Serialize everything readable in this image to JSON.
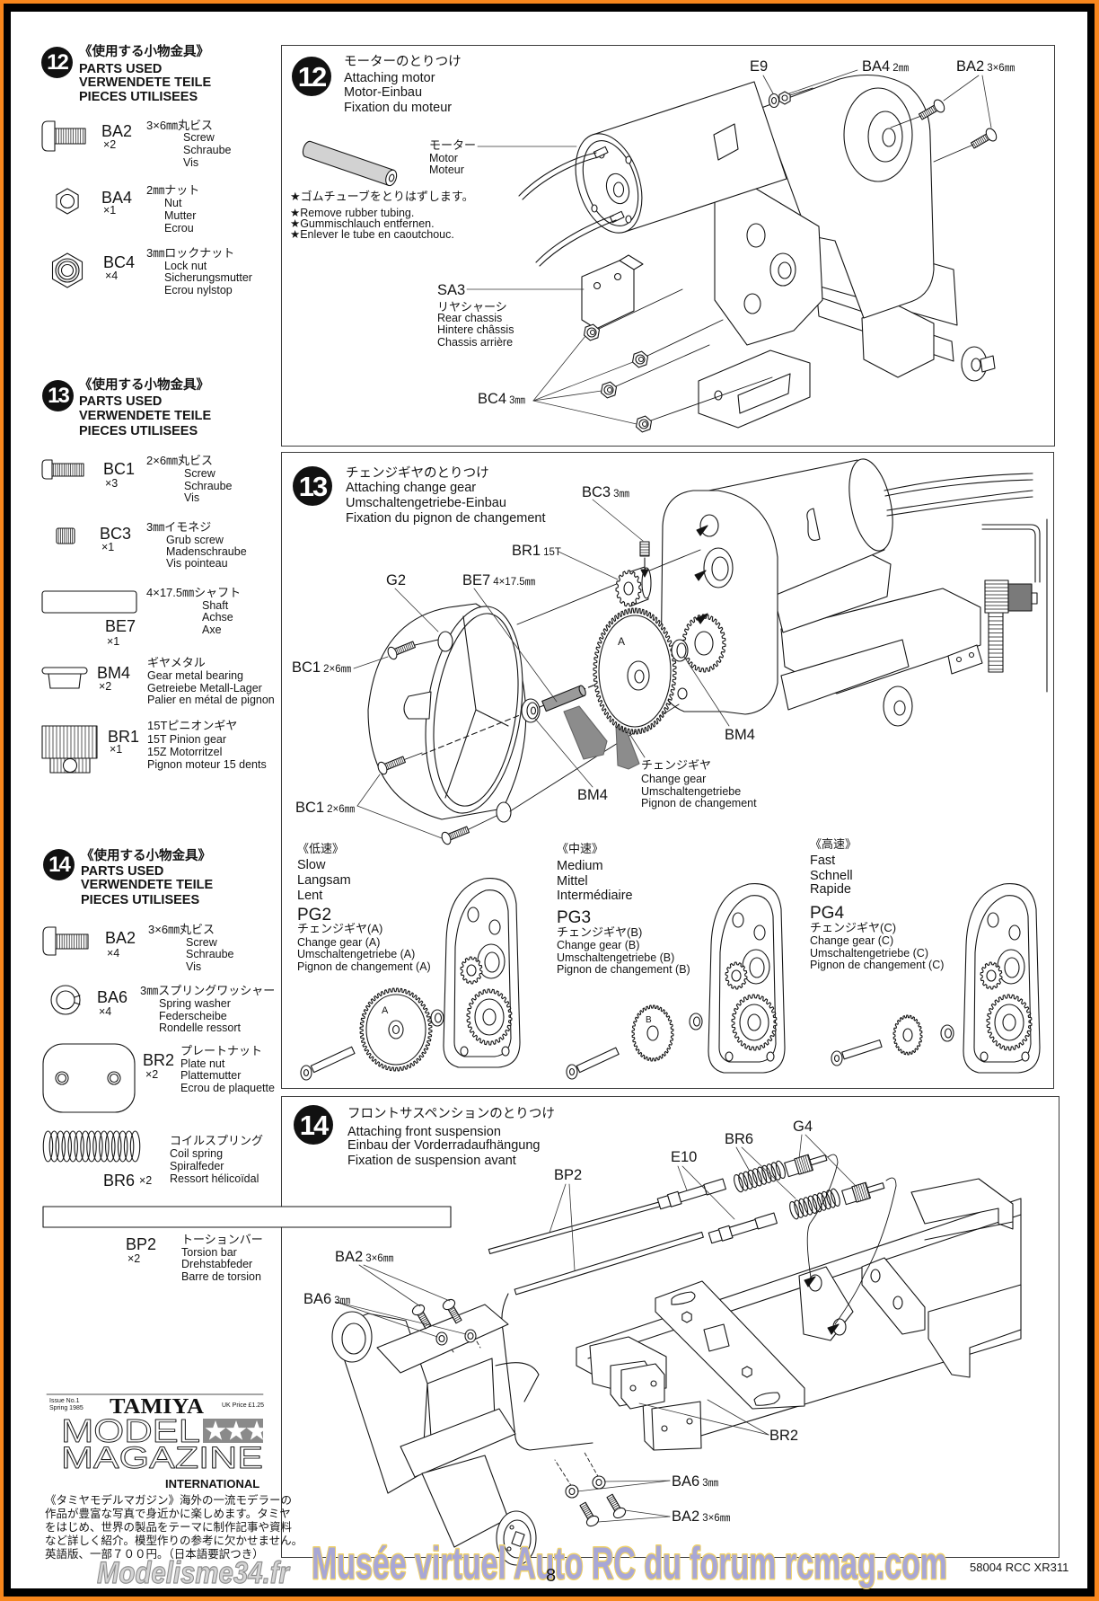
{
  "document": {
    "page_number": "8",
    "product_code": "58004 RCC XR311"
  },
  "watermarks": {
    "main": "Musée virtuel Auto RC du forum rcmag.com",
    "site": "Modelisme34.fr"
  },
  "colors": {
    "outer_border": "#f7861c",
    "frame": "#000000",
    "paper": "#ffffff",
    "ink": "#141414",
    "watermark_fill": "#a8a7d6",
    "watermark_outline": "#f0d26a"
  },
  "parts_used": [
    {
      "step": "12",
      "header": {
        "jp": "《使用する小物金具》",
        "en": "PARTS USED",
        "de": "VERWENDETE TEILE",
        "fr": "PIECES UTILISEES"
      },
      "items": [
        {
          "code": "BA2",
          "qty": "×2",
          "icon": "screw-icon",
          "jp": "3×6㎜丸ビス",
          "en": "Screw",
          "de": "Schraube",
          "fr": "Vis"
        },
        {
          "code": "BA4",
          "qty": "×1",
          "icon": "nut-icon",
          "jp": "2㎜ナット",
          "en": "Nut",
          "de": "Mutter",
          "fr": "Ecrou"
        },
        {
          "code": "BC4",
          "qty": "×4",
          "icon": "lock-nut-icon",
          "jp": "3㎜ロックナット",
          "en": "Lock nut",
          "de": "Sicherungsmutter",
          "fr": "Ecrou nylstop"
        }
      ]
    },
    {
      "step": "13",
      "header": {
        "jp": "《使用する小物金具》",
        "en": "PARTS USED",
        "de": "VERWENDETE TEILE",
        "fr": "PIECES UTILISEES"
      },
      "items": [
        {
          "code": "BC1",
          "qty": "×3",
          "icon": "screw-icon",
          "jp": "2×6㎜丸ビス",
          "en": "Screw",
          "de": "Schraube",
          "fr": "Vis"
        },
        {
          "code": "BC3",
          "qty": "×1",
          "icon": "grub-screw-icon",
          "jp": "3㎜イモネジ",
          "en": "Grub screw",
          "de": "Madenschraube",
          "fr": "Vis pointeau"
        },
        {
          "code": "BE7",
          "qty": "×1",
          "icon": "shaft-icon",
          "jp": "4×17.5㎜シャフト",
          "en": "Shaft",
          "de": "Achse",
          "fr": "Axe"
        },
        {
          "code": "BM4",
          "qty": "×2",
          "icon": "bearing-icon",
          "jp": "ギヤメタル",
          "en": "Gear metal bearing",
          "de": "Getreiebe Metall-Lager",
          "fr": "Palier en métal de pignon"
        },
        {
          "code": "BR1",
          "qty": "×1",
          "icon": "pinion-gear-icon",
          "jp": "15Tピニオンギヤ",
          "en": "15T Pinion gear",
          "de": "15Z Motorritzel",
          "fr": "Pignon moteur 15 dents"
        }
      ]
    },
    {
      "step": "14",
      "header": {
        "jp": "《使用する小物金具》",
        "en": "PARTS USED",
        "de": "VERWENDETE TEILE",
        "fr": "PIECES UTILISEES"
      },
      "items": [
        {
          "code": "BA2",
          "qty": "×4",
          "icon": "screw-icon",
          "jp": "3×6㎜丸ビス",
          "en": "Screw",
          "de": "Schraube",
          "fr": "Vis"
        },
        {
          "code": "BA6",
          "qty": "×4",
          "icon": "spring-washer-icon",
          "jp": "3㎜スプリングワッシャー",
          "en": "Spring washer",
          "de": "Federscheibe",
          "fr": "Rondelle ressort"
        },
        {
          "code": "BR2",
          "qty": "×2",
          "icon": "plate-nut-icon",
          "jp": "プレートナット",
          "en": "Plate nut",
          "de": "Plattemutter",
          "fr": "Ecrou de plaquette"
        },
        {
          "code": "BR6",
          "qty": "×2",
          "icon": "coil-spring-icon",
          "jp": "コイルスプリング",
          "en": "Coil spring",
          "de": "Spiralfeder",
          "fr": "Ressort hélicoïdal"
        },
        {
          "code": "BP2",
          "qty": "×2",
          "icon": "torsion-bar-icon",
          "jp": "トーションバー",
          "en": "Torsion bar",
          "de": "Drehstabfeder",
          "fr": "Barre de torsion"
        }
      ]
    }
  ],
  "steps": [
    {
      "number": "12",
      "title": {
        "jp": "モーターのとりつけ",
        "en": "Attaching motor",
        "de": "Motor-Einbau",
        "fr": "Fixation du moteur"
      },
      "motor_callout": {
        "jp": "モーター",
        "en": "Motor",
        "fr": "Moteur"
      },
      "notes": [
        "★ゴムチューブをとりはずします。",
        "★Remove rubber tubing.",
        "★Gummischlauch entfernen.",
        "★Enlever le tube en caoutchouc."
      ],
      "labels": {
        "e9": {
          "code": "E9"
        },
        "ba4": {
          "code": "BA4",
          "size": "2㎜"
        },
        "ba2": {
          "code": "BA2",
          "size": "3×6㎜"
        },
        "sa3": {
          "code": "SA3",
          "jp": "リヤシャーシ",
          "en": "Rear chassis",
          "de": "Hintere châssis",
          "fr": "Chassis arrière"
        },
        "bc4": {
          "code": "BC4",
          "size": "3㎜"
        }
      }
    },
    {
      "number": "13",
      "title": {
        "jp": "チェンジギヤのとりつけ",
        "en": "Attaching change gear",
        "de": "Umschaltengetriebe-Einbau",
        "fr": "Fixation du pignon de changement"
      },
      "labels": {
        "bc3": {
          "code": "BC3",
          "size": "3㎜"
        },
        "br1": {
          "code": "BR1",
          "size": "15T"
        },
        "g2": {
          "code": "G2"
        },
        "be7": {
          "code": "BE7",
          "size": "4×17.5㎜"
        },
        "bc1_top": {
          "code": "BC1",
          "size": "2×6㎜"
        },
        "bc1_bottom": {
          "code": "BC1",
          "size": "2×6㎜"
        },
        "bm4_right": {
          "code": "BM4"
        },
        "bm4_left": {
          "code": "BM4"
        },
        "change_gear": {
          "jp": "チェンジギヤ",
          "en": "Change gear",
          "de": "Umschaltengetriebe",
          "fr": "Pignon de changement"
        },
        "gear_letter": "A"
      },
      "variants": [
        {
          "speed_jp": "《低速》",
          "speed_en": "Slow",
          "speed_de": "Langsam",
          "speed_fr": "Lent",
          "part": "PG2",
          "part_jp": "チェンジギヤ(A)",
          "part_en": "Change gear (A)",
          "part_de": "Umschaltengetriebe (A)",
          "part_fr": "Pignon de changement (A)",
          "gear_letter": "A"
        },
        {
          "speed_jp": "《中速》",
          "speed_en": "Medium",
          "speed_de": "Mittel",
          "speed_fr": "Intermédiaire",
          "part": "PG3",
          "part_jp": "チェンジギヤ(B)",
          "part_en": "Change gear (B)",
          "part_de": "Umschaltengetriebe (B)",
          "part_fr": "Pignon de changement (B)",
          "gear_letter": "B"
        },
        {
          "speed_jp": "《高速》",
          "speed_en": "Fast",
          "speed_de": "Schnell",
          "speed_fr": "Rapide",
          "part": "PG4",
          "part_jp": "チェンジギヤ(C)",
          "part_en": "Change gear (C)",
          "part_de": "Umschaltengetriebe (C)",
          "part_fr": "Pignon de changement (C)"
        }
      ]
    },
    {
      "number": "14",
      "title": {
        "jp": "フロントサスペンションのとりつけ",
        "en": "Attaching front suspension",
        "de": "Einbau der Vorderradaufhängung",
        "fr": "Fixation de suspension avant"
      },
      "labels": {
        "br6": {
          "code": "BR6"
        },
        "g4": {
          "code": "G4"
        },
        "e10": {
          "code": "E10"
        },
        "bp2": {
          "code": "BP2"
        },
        "ba2_top": {
          "code": "BA2",
          "size": "3×6㎜"
        },
        "ba6_top": {
          "code": "BA6",
          "size": "3㎜"
        },
        "br2": {
          "code": "BR2"
        },
        "ba6_bottom": {
          "code": "BA6",
          "size": "3㎜"
        },
        "ba2_bottom": {
          "code": "BA2",
          "size": "3×6㎜"
        }
      }
    }
  ],
  "ad": {
    "issue": "Issue No.1",
    "season": "Spring 1985",
    "brand": "TAMIYA",
    "price": "UK Price £1.25",
    "title_line1": "MODEL",
    "title_line2": "MAGAZINE",
    "subtitle": "INTERNATIONAL",
    "text_lines": [
      "《タミヤモデルマガジン》海外の一流モデラーの",
      "作品が豊富な写真で身近かに楽しめます。タミヤ",
      "をはじめ、世界の製品をテーマに制作記事や資料",
      "など詳しく紹介。模型作りの参考に欠かせません。",
      "英語版、一部７００円。（日本語要訳つき）"
    ]
  }
}
